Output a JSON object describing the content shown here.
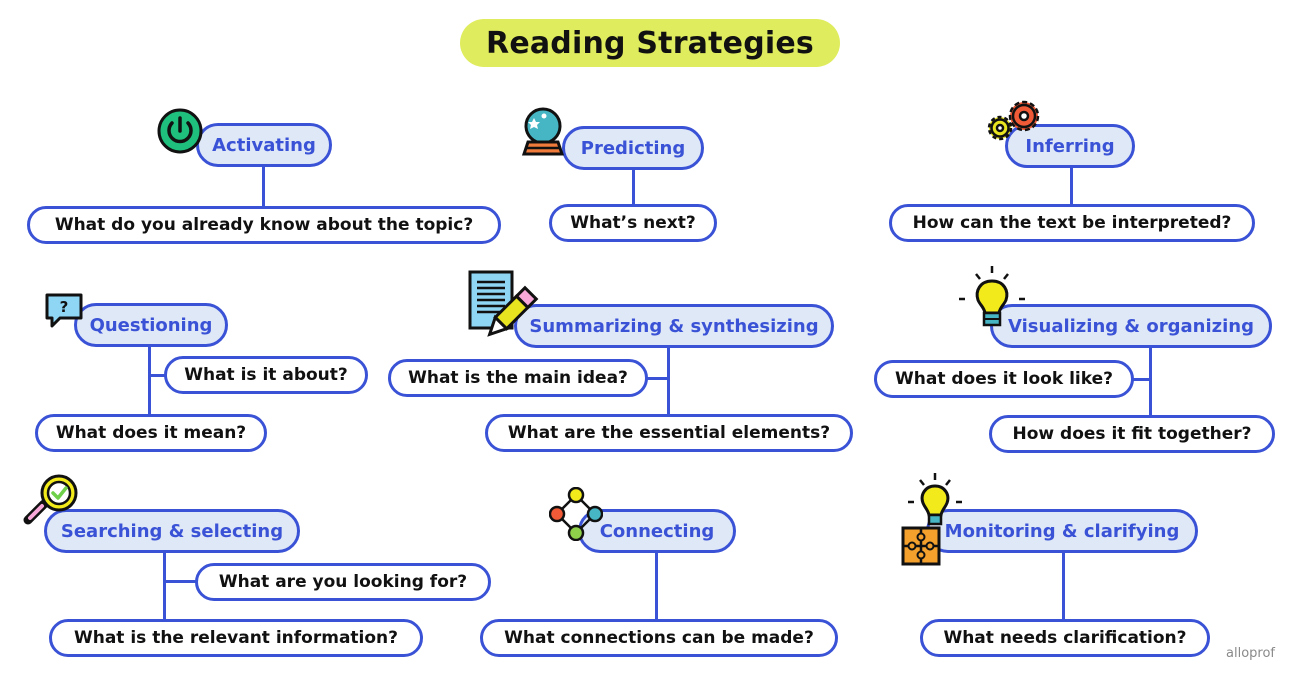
{
  "title": "Reading Strategies",
  "strategies": [
    {
      "label": "Activating",
      "icon": "power-icon",
      "questions": [
        "What do you already know about the topic?"
      ]
    },
    {
      "label": "Predicting",
      "icon": "crystal-ball-icon",
      "questions": [
        "What’s next?"
      ]
    },
    {
      "label": "Inferring",
      "icon": "gears-icon",
      "questions": [
        "How can the text be interpreted?"
      ]
    },
    {
      "label": "Questioning",
      "icon": "question-bubble-icon",
      "questions": [
        "What is it about?",
        "What does it mean?"
      ]
    },
    {
      "label": "Summarizing & synthesizing",
      "icon": "document-pencil-icon",
      "questions": [
        "What is the main idea?",
        "What are the essential elements?"
      ]
    },
    {
      "label": "Visualizing & organizing",
      "icon": "lightbulb-icon",
      "questions": [
        "What does it look like?",
        "How does it fit together?"
      ]
    },
    {
      "label": "Searching & selecting",
      "icon": "magnifier-check-icon",
      "questions": [
        "What are you looking for?",
        "What is the relevant information?"
      ]
    },
    {
      "label": "Connecting",
      "icon": "connected-nodes-icon",
      "questions": [
        "What connections can be made?"
      ]
    },
    {
      "label": "Monitoring & clarifying",
      "icon": "lightbulb-puzzle-icon",
      "questions": [
        "What needs clarification?"
      ]
    }
  ],
  "brand": "alloprof",
  "colors": {
    "accent": "#3a52d6",
    "strategy_fill": "#dfe8f7",
    "title_fill": "#dfec5d"
  }
}
